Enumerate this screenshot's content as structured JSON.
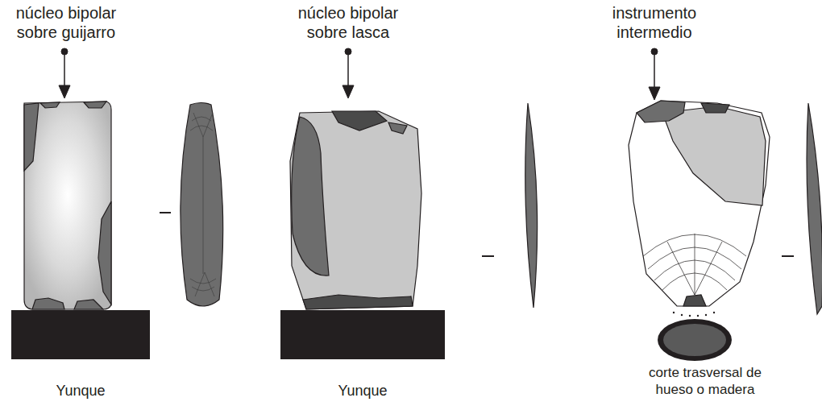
{
  "diagram": {
    "labels": [
      "núcleo bipolar sobre guijarro",
      "núcleo bipolar sobre lasca",
      "instrumento intermedio",
      "Yunque",
      "Yunque",
      "corte trasversal de hueso o madera"
    ]
  }
}
